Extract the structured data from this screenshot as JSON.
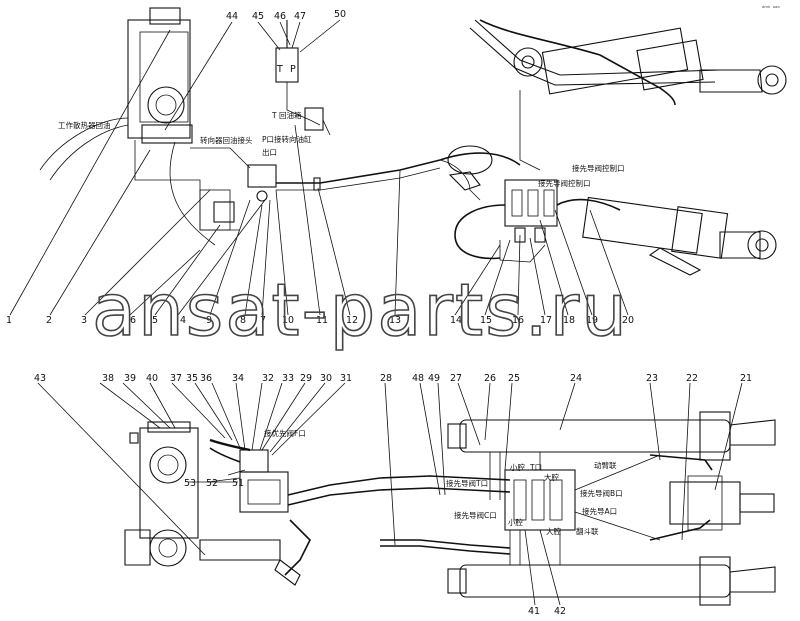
{
  "corner_mark": "ᵈᵐᵏ ᵃᵃᵃ",
  "watermark": "ansat-parts.ru",
  "top_labels": {
    "radiator_return": "工作散热器回油",
    "steering_port": "转向器回油接头",
    "t_port_return": "T 回油箱",
    "p_port": "P口接转向油缸",
    "outlet": "出口",
    "pilot_upper": "接先导阀控制口",
    "pilot_lower": "接先导阀控制口",
    "T": "T",
    "P": "P"
  },
  "bottom_labels": {
    "filter_port": "接优先阀F口",
    "pilot_t": "接先导阀T口",
    "pilot_c": "接先导阀C口",
    "small_chamber_t": "小腔",
    "small_chamber_t2": "T口",
    "small_chamber_b": "小腔",
    "large_chamber_t": "大腔",
    "large_chamber_b": "大腔",
    "arm_link": "动臂联",
    "bucket_link": "翻斗联",
    "pilot_b": "接先导阀B口",
    "pilot_a": "接先导A口"
  },
  "top_callouts": [
    "1",
    "2",
    "3",
    "4",
    "5",
    "6",
    "7",
    "8",
    "9",
    "10",
    "11",
    "12",
    "13",
    "14",
    "15",
    "16",
    "17",
    "18",
    "19",
    "20",
    "44",
    "45",
    "46",
    "47",
    "50"
  ],
  "bottom_callouts": [
    "21",
    "22",
    "23",
    "24",
    "25",
    "26",
    "27",
    "28",
    "29",
    "30",
    "31",
    "32",
    "33",
    "34",
    "35",
    "36",
    "37",
    "38",
    "39",
    "40",
    "41",
    "42",
    "43",
    "48",
    "49",
    "51",
    "52",
    "53"
  ]
}
